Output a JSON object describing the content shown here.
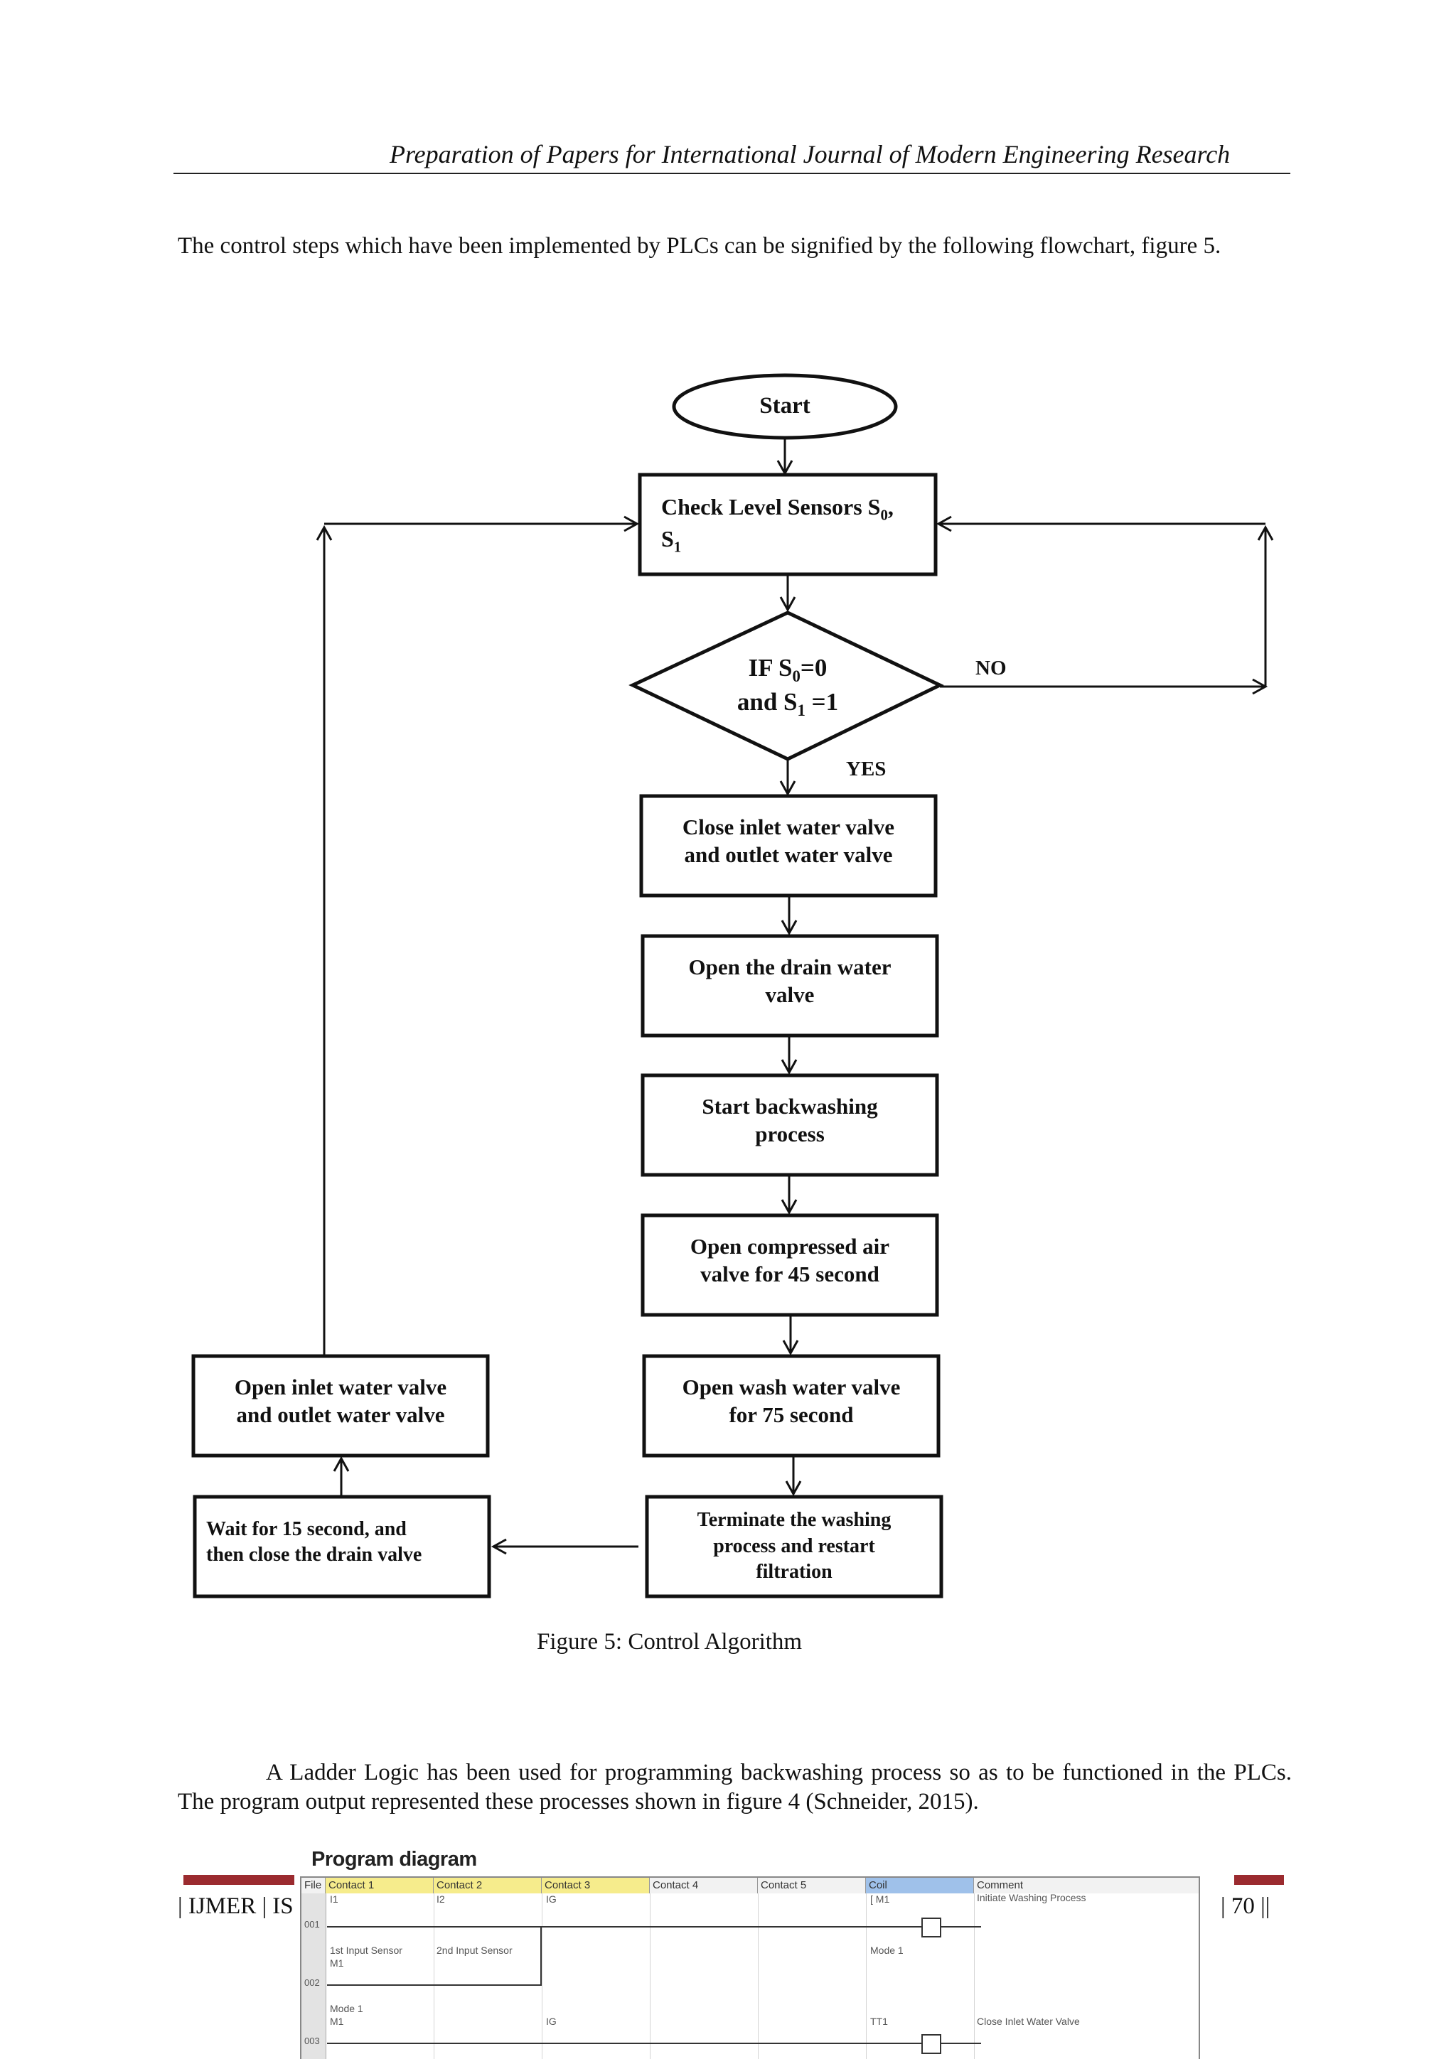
{
  "header": {
    "title": "Preparation of Papers for International Journal of Modern Engineering Research"
  },
  "intro": "The control steps which have been implemented by PLCs can be signified by the following flowchart, figure 5.",
  "flowchart": {
    "start": "Start",
    "check_line1": "Check Level Sensors S0,",
    "check_line2": "S1",
    "decision_line1": "IF S0=0",
    "decision_line2": "and S1 =1",
    "no_label": "NO",
    "yes_label": "YES",
    "close_valves_1": "Close inlet water valve",
    "close_valves_2": "and outlet water valve",
    "open_drain_1": "Open the drain water",
    "open_drain_2": "valve",
    "start_backwash_1": "Start backwashing",
    "start_backwash_2": "process",
    "open_air_1": "Open compressed air",
    "open_air_2": "valve for 45 second",
    "open_wash_1": "Open wash water valve",
    "open_wash_2": "for 75 second",
    "terminate_1": "Terminate the washing",
    "terminate_2": "process and restart",
    "terminate_3": "filtration",
    "wait_1": "Wait for 15 second, and",
    "wait_2": "then close the drain valve",
    "open_inlet_1": "Open inlet water valve",
    "open_inlet_2": "and outlet water valve"
  },
  "caption": "Figure 5: Control Algorithm",
  "paragraph2": "A Ladder Logic has been used for programming backwashing process so as to be functioned in the PLCs. The program output represented these processes shown in figure 4 (Schneider, 2015).",
  "footer": {
    "left": "| IJMER | IS",
    "right": "| 70 ||"
  },
  "program_diagram": {
    "title": "Program diagram",
    "columns": [
      "File",
      "Contact 1",
      "Contact 2",
      "Contact 3",
      "Contact 4",
      "Contact 5",
      "Coil",
      "Comment"
    ],
    "row1": {
      "num": "001",
      "c1": "I1",
      "c2": "I2",
      "c3": "IG",
      "coil": "[ M1",
      "comment": "Initiate Washing Process",
      "label1": "1st Input Sensor",
      "label2": "2nd Input Sensor",
      "coil_label": "Mode 1"
    },
    "row2": {
      "num": "002",
      "c1": "M1",
      "c1_label": "Mode 1"
    },
    "row3": {
      "num": "003",
      "c1": "M1",
      "c3": "IG",
      "coil": "TT1",
      "comment": "Close Inlet Water Valve"
    }
  }
}
